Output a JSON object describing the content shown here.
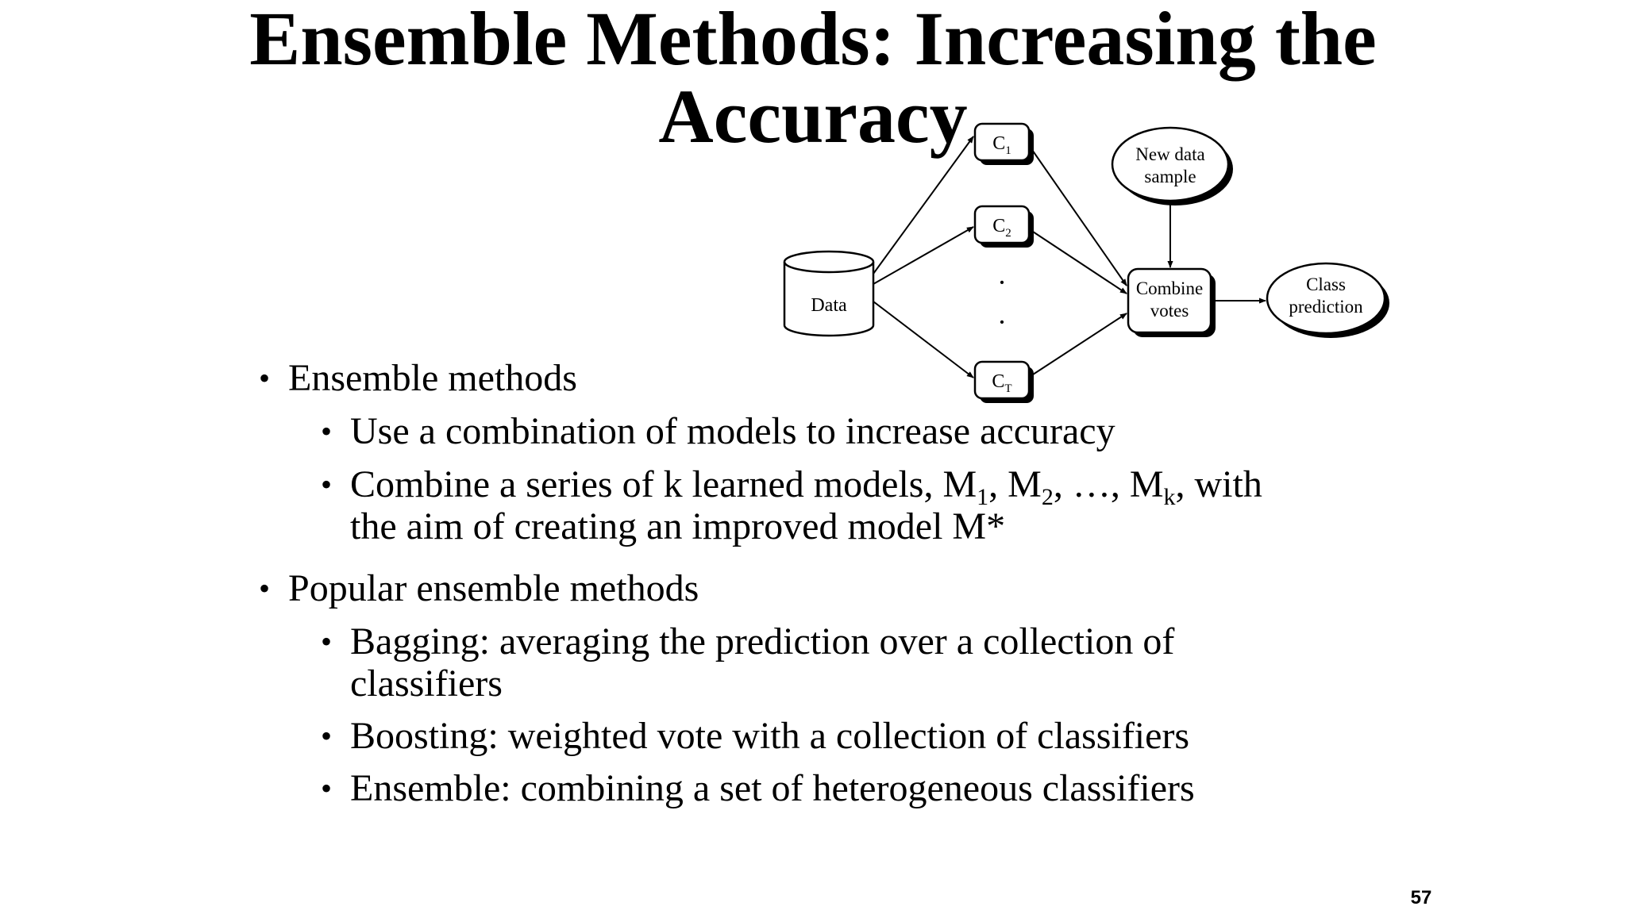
{
  "title": {
    "line1": "Ensemble Methods: Increasing the",
    "line2": "Accuracy"
  },
  "diagram": {
    "data_label": "Data",
    "classifiers": {
      "c1": {
        "letter": "C",
        "sub": "1"
      },
      "c2": {
        "letter": "C",
        "sub": "2"
      },
      "ct": {
        "letter": "C",
        "sub": "T"
      },
      "ellipsis": "·"
    },
    "new_data": {
      "line1": "New data",
      "line2": "sample"
    },
    "combine": {
      "line1": "Combine",
      "line2": "votes"
    },
    "class_prediction": {
      "line1": "Class",
      "line2": "prediction"
    }
  },
  "bullets": {
    "b1": {
      "text": "Ensemble methods"
    },
    "b1a": {
      "text": "Use a combination of models to increase accuracy"
    },
    "b1b": {
      "p1": "Combine a series of k learned models, M",
      "s1": "1",
      "p2": ", M",
      "s2": "2",
      "p3": ", …, M",
      "s3": "k",
      "p4": ", with",
      "line2": "the aim of creating an improved model M*"
    },
    "b2": {
      "text": "Popular ensemble methods"
    },
    "b2a": {
      "line1": "Bagging: averaging the prediction over a collection of",
      "line2": "classifiers"
    },
    "b2b": {
      "text": "Boosting: weighted vote with a collection of classifiers"
    },
    "b2c": {
      "text": "Ensemble: combining a set of heterogeneous classifiers"
    },
    "bullet_glyph": "•"
  },
  "page_number": "57"
}
